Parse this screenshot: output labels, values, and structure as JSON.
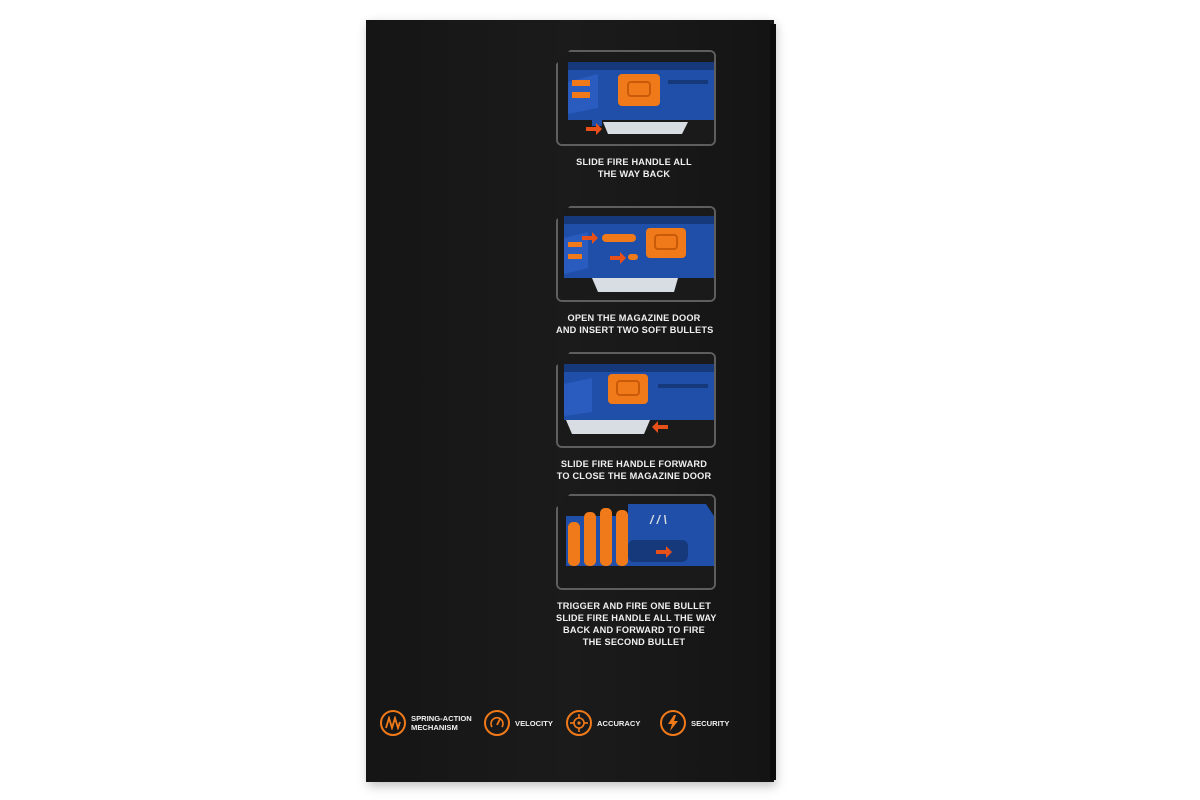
{
  "steps": [
    {
      "lines": [
        "SLIDE FIRE HANDLE ALL",
        "THE WAY BACK"
      ]
    },
    {
      "lines": [
        "OPEN THE MAGAZINE DOOR",
        "AND INSERT TWO SOFT BULLETS"
      ]
    },
    {
      "lines": [
        "SLIDE FIRE HANDLE FORWARD",
        "TO CLOSE THE MAGAZINE DOOR"
      ]
    },
    {
      "lines": [
        "TRIGGER AND FIRE ONE BULLET",
        "SLIDE FIRE HANDLE ALL THE WAY",
        "BACK AND FORWARD TO FIRE",
        "THE SECOND BULLET"
      ]
    }
  ],
  "features": [
    {
      "icon": "spring-icon",
      "lines": [
        "SPRING-ACTION",
        "MECHANISM"
      ]
    },
    {
      "icon": "speedometer-icon",
      "lines": [
        "VELOCITY"
      ]
    },
    {
      "icon": "crosshair-icon",
      "lines": [
        "ACCURACY"
      ]
    },
    {
      "icon": "lightning-icon",
      "lines": [
        "SECURITY"
      ]
    }
  ],
  "colors": {
    "box": "#181818",
    "accent_orange": "#f07a1a",
    "blaster_blue": "#1f4fa8",
    "panel_border": "#5e5e5e",
    "caption_text": "#f0f0f0"
  }
}
